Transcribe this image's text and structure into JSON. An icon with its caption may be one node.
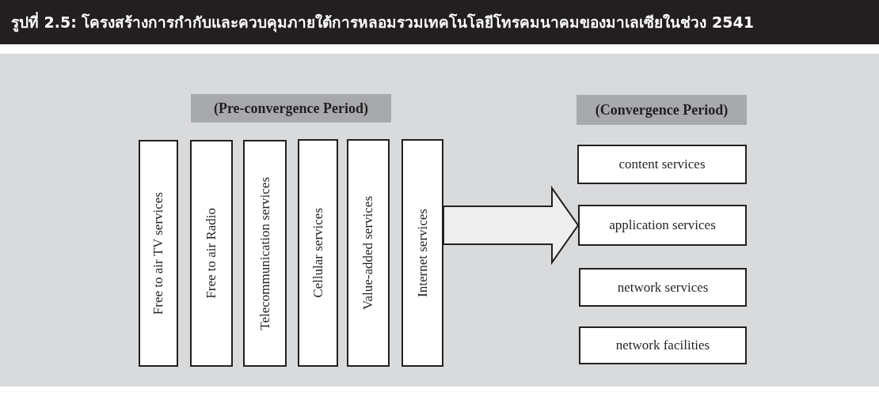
{
  "diagram": {
    "title": "รูปที่ 2.5: โครงสร้างการกำกับและควบคุมภายใต้การหลอมรวมเทคโนโลยีโทรคมนาคมของมาเลเซียในช่วง 2541",
    "nodes": [
      {
        "text": [
          "(Pre-convergence Period)"
        ]
      },
      {
        "text": [
          "Free to air TV services"
        ]
      },
      {
        "text": [
          "Free to air Radio"
        ]
      },
      {
        "text": [
          "Telecommunication services"
        ]
      },
      {
        "text": [
          "Cellular services"
        ]
      },
      {
        "text": [
          "Value-added services"
        ]
      },
      {
        "text": [
          "Internet services"
        ]
      },
      {
        "text": [
          "(Convergence Period)"
        ]
      },
      {
        "text": [
          "content services"
        ]
      },
      {
        "text": [
          "application services"
        ]
      },
      {
        "text": [
          "network services"
        ]
      },
      {
        "text": [
          "network facilities"
        ]
      }
    ],
    "edges": [
      {
        "from": 6,
        "to": 9,
        "arrow": "to"
      }
    ]
  }
}
